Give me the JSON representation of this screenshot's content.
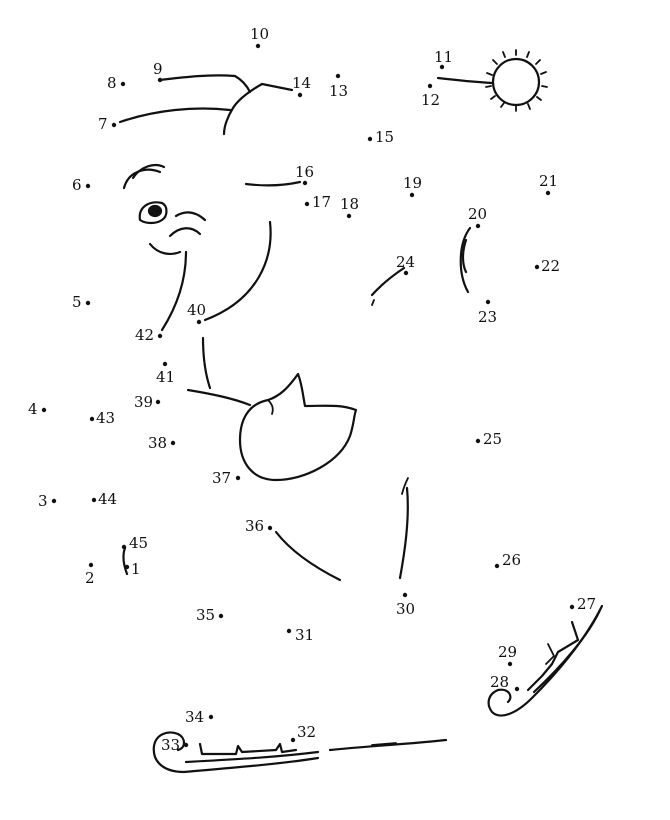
{
  "puzzle": {
    "labels": [
      "1",
      "2",
      "3",
      "4",
      "5",
      "6",
      "7",
      "8",
      "9",
      "10",
      "11",
      "12",
      "13",
      "14",
      "15",
      "16",
      "17",
      "18",
      "19",
      "20",
      "21",
      "22",
      "23",
      "24",
      "25",
      "26",
      "27",
      "28",
      "29",
      "30",
      "31",
      "32",
      "33",
      "34",
      "35",
      "36",
      "37",
      "38",
      "39",
      "40",
      "41",
      "42",
      "43",
      "44",
      "45"
    ],
    "ink_color": "#111111",
    "paper_color": "#ffffff"
  }
}
